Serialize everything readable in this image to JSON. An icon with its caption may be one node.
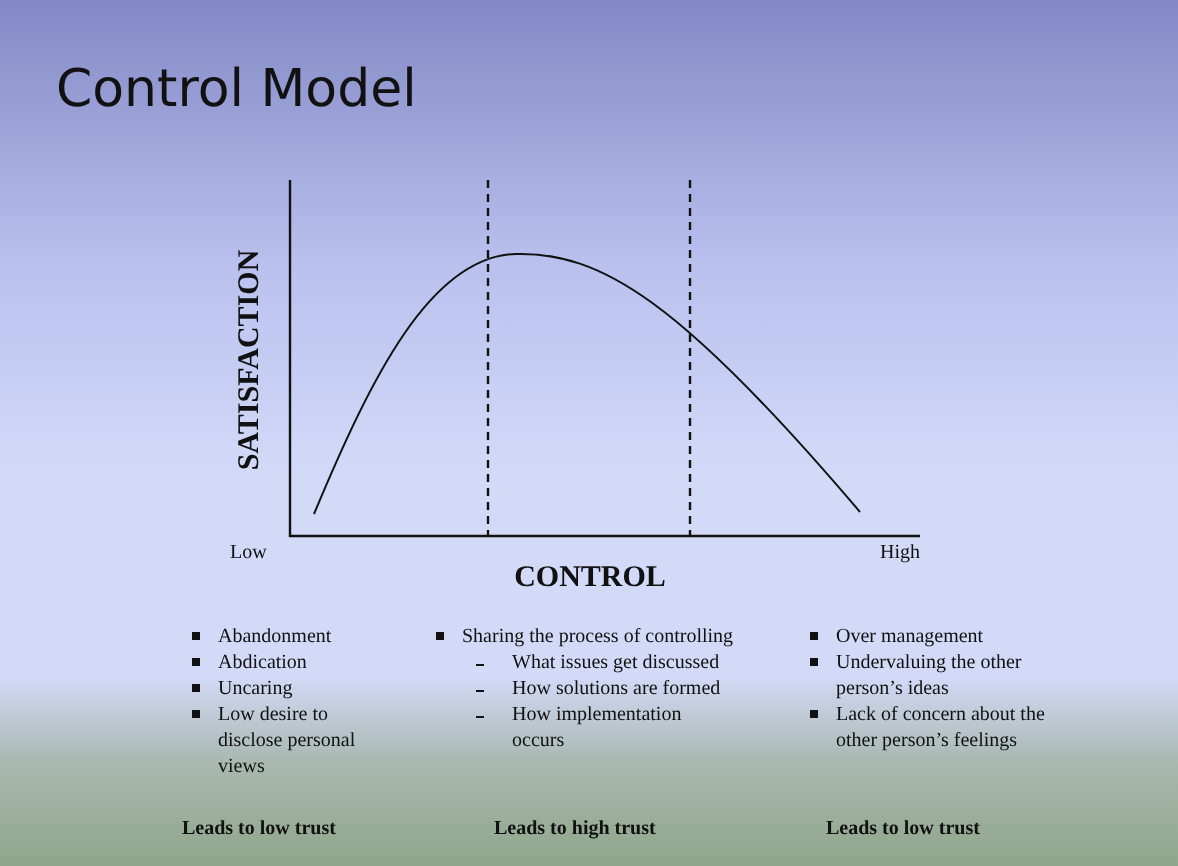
{
  "diagram": {
    "title": "Control Model",
    "labels": [
      "SATISFACTION",
      "Low",
      "High",
      "CONTROL",
      "Abandonment",
      "Abdication",
      "Uncaring",
      "Low desire to disclose personal views",
      "Sharing the process of controlling",
      "What issues get discussed",
      "How solutions are formed",
      "How implementation occurs",
      "Over management",
      "Undervaluing the other person’s ideas",
      "Lack of concern about the other person’s feelings",
      "Leads to low trust",
      "Leads to high trust",
      "Leads to low trust"
    ]
  }
}
